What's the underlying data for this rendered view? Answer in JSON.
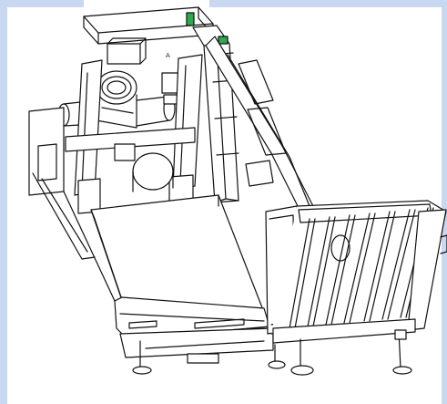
{
  "drawing": {
    "mark_label": "A",
    "colors": {
      "background": "#ffffff",
      "frame": "#c8d8f0",
      "line": "#111111",
      "panel": "#ffffff",
      "accent": "#2fa84f"
    },
    "components": [
      "top-frame",
      "roller-conveyor",
      "bag-chamber",
      "vertical-column",
      "pipe-flange",
      "support-legs"
    ]
  }
}
